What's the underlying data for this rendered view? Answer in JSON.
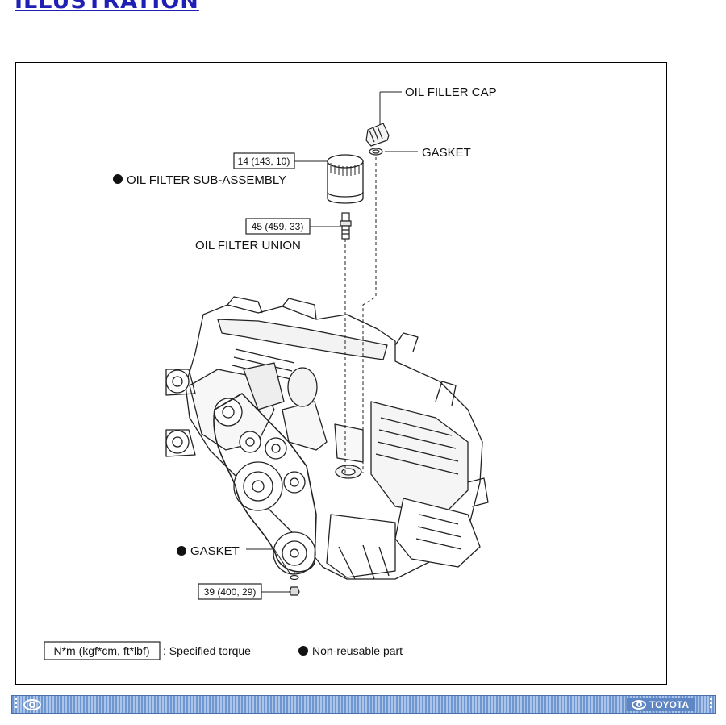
{
  "section_heading": "ILLUSTRATION",
  "figure": {
    "callouts": {
      "oil_filler_cap": "OIL FILLER CAP",
      "gasket_top": "GASKET",
      "oil_filter_sub_assembly": "OIL FILTER SUB-ASSEMBLY",
      "oil_filter_union": "OIL FILTER UNION",
      "gasket_bottom": "GASKET"
    },
    "torque_specs": {
      "oil_filter": "14 (143, 10)",
      "oil_filter_union": "45 (459, 33)",
      "drain_plug": "39 (400, 29)"
    },
    "legend": {
      "torque_unit": "N*m (kgf*cm, ft*lbf)",
      "torque_text": ": Specified torque",
      "non_reusable_text": "Non-reusable part"
    }
  },
  "footer": {
    "brand": "TOYOTA"
  }
}
